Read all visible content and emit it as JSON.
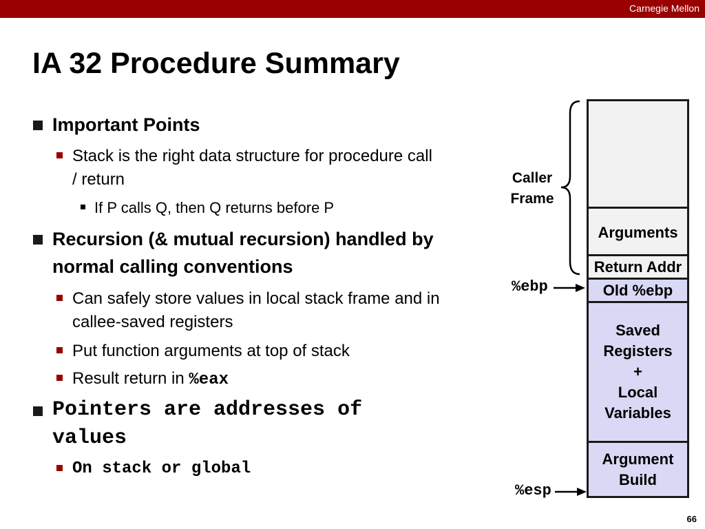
{
  "header": {
    "brand": "Carnegie Mellon"
  },
  "title": "IA 32 Procedure Summary",
  "bullets": {
    "important_points": "Important Points",
    "stack_right_line1": "Stack is the right data structure for procedure call",
    "stack_right_line2": "/ return",
    "if_p_calls_q": "If P calls Q, then Q returns before P",
    "recursion_line1": "Recursion (& mutual recursion) handled by",
    "recursion_line2": "normal calling conventions",
    "safely_store_line1": "Can safely store values in local stack frame and in",
    "safely_store_line2": "callee-saved registers",
    "put_args": "Put function arguments at top of stack",
    "result_prefix": "Result return in ",
    "result_reg": "%eax",
    "pointers_line1": "Pointers are addresses of",
    "pointers_line2": "values",
    "on_stack": "On stack or global"
  },
  "diagram": {
    "caller_frame_line1": "Caller",
    "caller_frame_line2": "Frame",
    "arguments": "Arguments",
    "return_addr": "Return Addr",
    "old_ebp": "Old %ebp",
    "saved_line1": "Saved",
    "saved_line2": "Registers",
    "saved_line3": "+",
    "saved_line4": "Local",
    "saved_line5": "Variables",
    "argbuild_line1": "Argument",
    "argbuild_line2": "Build",
    "ebp_label": "%ebp",
    "esp_label": "%esp"
  },
  "page_number": "66",
  "colors": {
    "header": "#990000",
    "bullet_sub": "#990000",
    "callee_frame": "#d9d9f5",
    "caller_frame": "#f2f2f2"
  }
}
